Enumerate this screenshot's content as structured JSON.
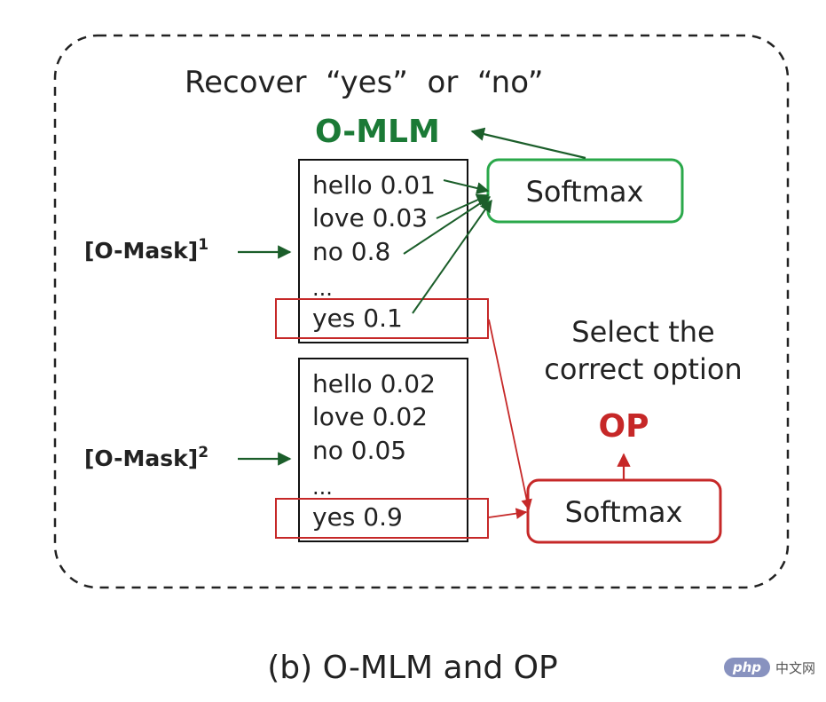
{
  "colors": {
    "green": "#1b7a36",
    "green_box": "#2aa84a",
    "red": "#c62828",
    "black": "#111111"
  },
  "top_caption": "Recover  “yes”  or  “no”",
  "omlm_label": "O-MLM",
  "softmax_top": "Softmax",
  "softmax_bottom": "Softmax",
  "op_label": "OP",
  "select_caption": {
    "line1": "Select the",
    "line2": "correct option"
  },
  "mask1": {
    "label": "[O-Mask]",
    "sup": "1",
    "items": [
      "hello 0.01",
      "love 0.03",
      "no 0.8",
      "...",
      "yes 0.1"
    ]
  },
  "mask2": {
    "label": "[O-Mask]",
    "sup": "2",
    "items": [
      "hello 0.02",
      "love 0.02",
      "no 0.05",
      "...",
      "yes 0.9"
    ]
  },
  "figure_caption": "(b) O-MLM and OP",
  "watermark": {
    "logo": "php",
    "text": "中文网"
  }
}
